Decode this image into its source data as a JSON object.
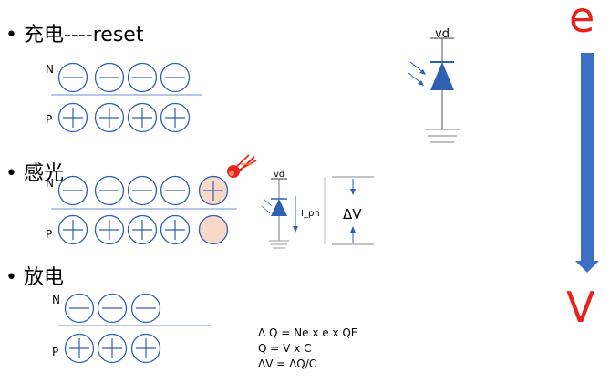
{
  "bullets": [
    {
      "glyph": "•",
      "label": "充电----reset"
    },
    {
      "glyph": "•",
      "label": "感光"
    },
    {
      "glyph": "•",
      "label": "放电"
    }
  ],
  "layer_labels": {
    "n": "N",
    "p": "P"
  },
  "pixel_circuit": {
    "supply": "vd"
  },
  "small_circuit": {
    "supply": "vd",
    "current": "I_ph",
    "voltage": "ΔV"
  },
  "equations": [
    "Δ Q = Ne x e x QE",
    "Q = V x C",
    "ΔV = ΔQ/C"
  ],
  "conversion": {
    "from": "e",
    "to": "V"
  },
  "colors": {
    "arrow": "#3a6fc4",
    "diode": "#2f5fb3",
    "red_text": "#e8231f",
    "lit_cell": "#f8d9c8",
    "photon": "#e8231f"
  },
  "icons": [
    "photon-comet-icon",
    "photodiode-icon",
    "ground-icon",
    "arrow-down-icon"
  ]
}
